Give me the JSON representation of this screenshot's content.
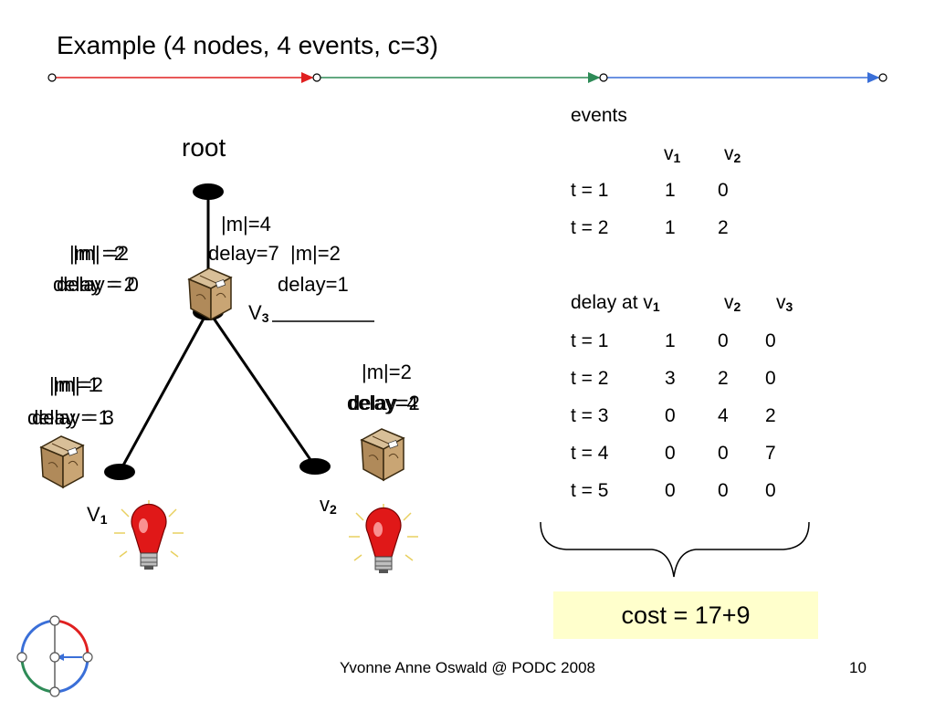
{
  "slide": {
    "title": "Example (4 nodes, 4 events, c=3)",
    "footer": "Yvonne Anne Oswald @ PODC 2008",
    "page_number": "10"
  },
  "tree": {
    "root_label": "root",
    "v1": {
      "letter": "V",
      "sub": "1"
    },
    "v2": {
      "letter": "v",
      "sub": "2"
    },
    "v3": {
      "letter": "V",
      "sub": "3"
    },
    "edge_root_v3": {
      "m_a": "|m|=4",
      "delay_a": "delay=7",
      "m_b": "|m|=2",
      "delay_b": "delay=1"
    },
    "left_upper": {
      "m_a": "|m| =2",
      "m_b": "|m| =2",
      "delay_a": "delay = 2",
      "delay_b": "delay = 0"
    },
    "left_lower": {
      "m_a": "|m|=1",
      "m_b": "|m|=2",
      "delay_a": "delay = 1",
      "delay_b": "delay = 3"
    },
    "right_v2": {
      "m": "|m|=2",
      "delay_a": "delay=4",
      "delay_b": "delay=2"
    }
  },
  "events_table": {
    "heading": "events",
    "col_v1": {
      "letter": "v",
      "sub": "1"
    },
    "col_v2": {
      "letter": "v",
      "sub": "2"
    },
    "rows": [
      {
        "t": "t = 1",
        "v1": "1",
        "v2": "0"
      },
      {
        "t": "t = 2",
        "v1": "1",
        "v2": "2"
      }
    ]
  },
  "delay_table": {
    "heading": "delay at v",
    "heading_sub": "1",
    "col_v2": {
      "letter": "v",
      "sub": "2"
    },
    "col_v3": {
      "letter": "v",
      "sub": "3"
    },
    "rows": [
      {
        "t": "t = 1",
        "v1": "1",
        "v2": "0",
        "v3": "0"
      },
      {
        "t": "t = 2",
        "v1": "3",
        "v2": "2",
        "v3": "0"
      },
      {
        "t": "t = 3",
        "v1": "0",
        "v2": "4",
        "v3": "2"
      },
      {
        "t": "t = 4",
        "v1": "0",
        "v2": "0",
        "v3": "7"
      },
      {
        "t": "t = 5",
        "v1": "0",
        "v2": "0",
        "v3": "0"
      }
    ]
  },
  "cost": "cost = 17+9",
  "colors": {
    "red_arrow": "#e02020",
    "green_arrow": "#2e8b57",
    "blue_arrow": "#3a6fd8",
    "cost_bg": "#ffffcc"
  }
}
